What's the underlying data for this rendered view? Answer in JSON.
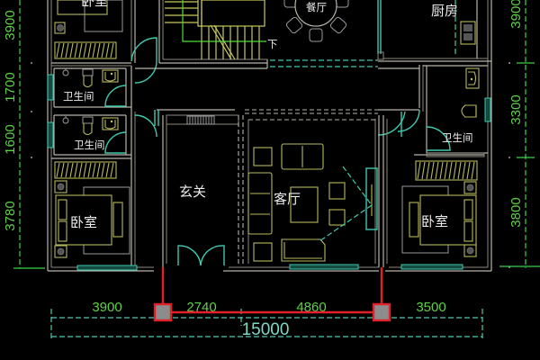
{
  "drawing": {
    "type": "residential floor plan (CAD)",
    "background": "#000000",
    "colors": {
      "walls": "#b8b4a8",
      "furniture": "#b8b85a",
      "windows_doors": "#3fc9b0",
      "dimensions": "#5fd048",
      "selection": "#e0202a",
      "grip": "#8c8c8c",
      "text": "#ececec"
    }
  },
  "rooms": {
    "bedroom_top_left": "卧室",
    "bathroom_left_1": "卫生间",
    "bathroom_left_2": "卫生间",
    "bedroom_bottom_left": "卧室",
    "dining": "餐厅",
    "stairs_down": "下",
    "kitchen": "厨房",
    "bathroom_right": "卫生间",
    "entrance": "玄关",
    "living": "客厅",
    "bedroom_bottom_right": "卧室"
  },
  "dimensions": {
    "left": [
      "3900",
      "1700",
      "1600",
      "3780"
    ],
    "right": [
      "3900",
      "3300",
      "3800"
    ],
    "bottom": [
      "3900",
      "2740",
      "4860",
      "3500"
    ],
    "bottom_total": "15000"
  },
  "selection": {
    "description": "selected dimension line with two grips",
    "grip_count": 2
  }
}
